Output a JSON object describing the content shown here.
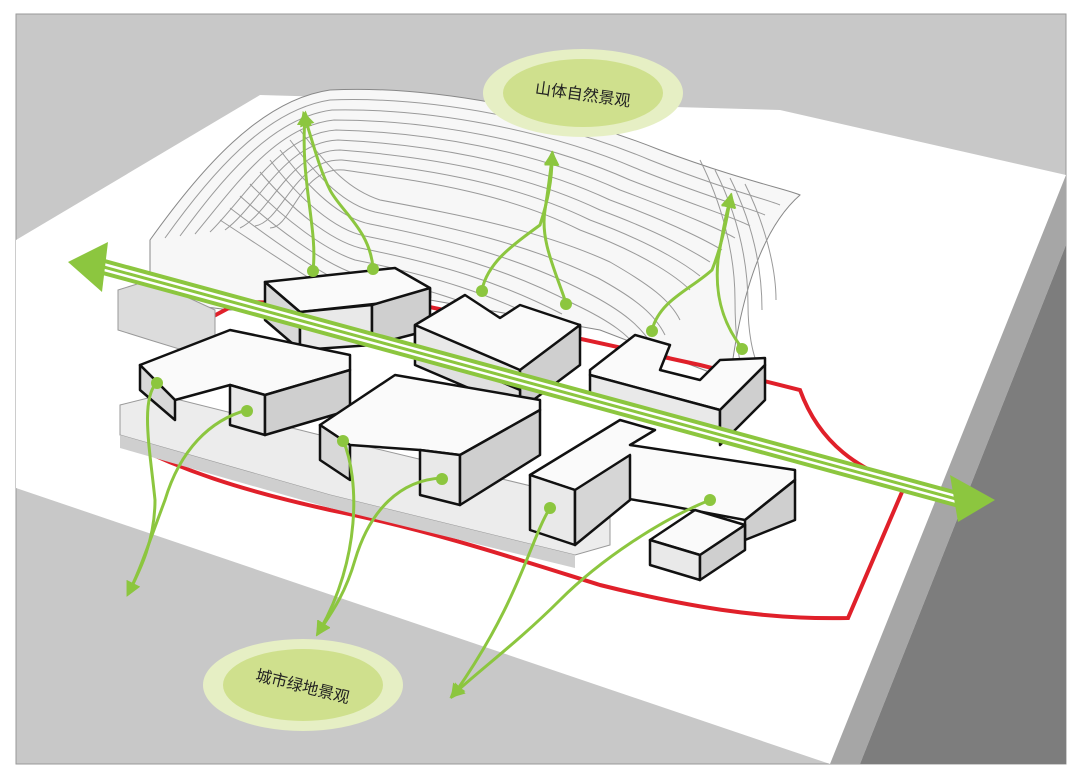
{
  "labels": {
    "mountain": "山体自然景观",
    "city": "城市绿地景观"
  },
  "colors": {
    "accent_green": "#8cc63f",
    "label_bg": "#d6e6a0",
    "site_boundary": "#e0202a",
    "ground": "#c8c8c8",
    "platform": "#ffffff",
    "building": "#e6e6e6"
  },
  "icons": {
    "corridor_arrow": "double-headed-arrow",
    "flow_arrows": "green-curved-arrows"
  }
}
